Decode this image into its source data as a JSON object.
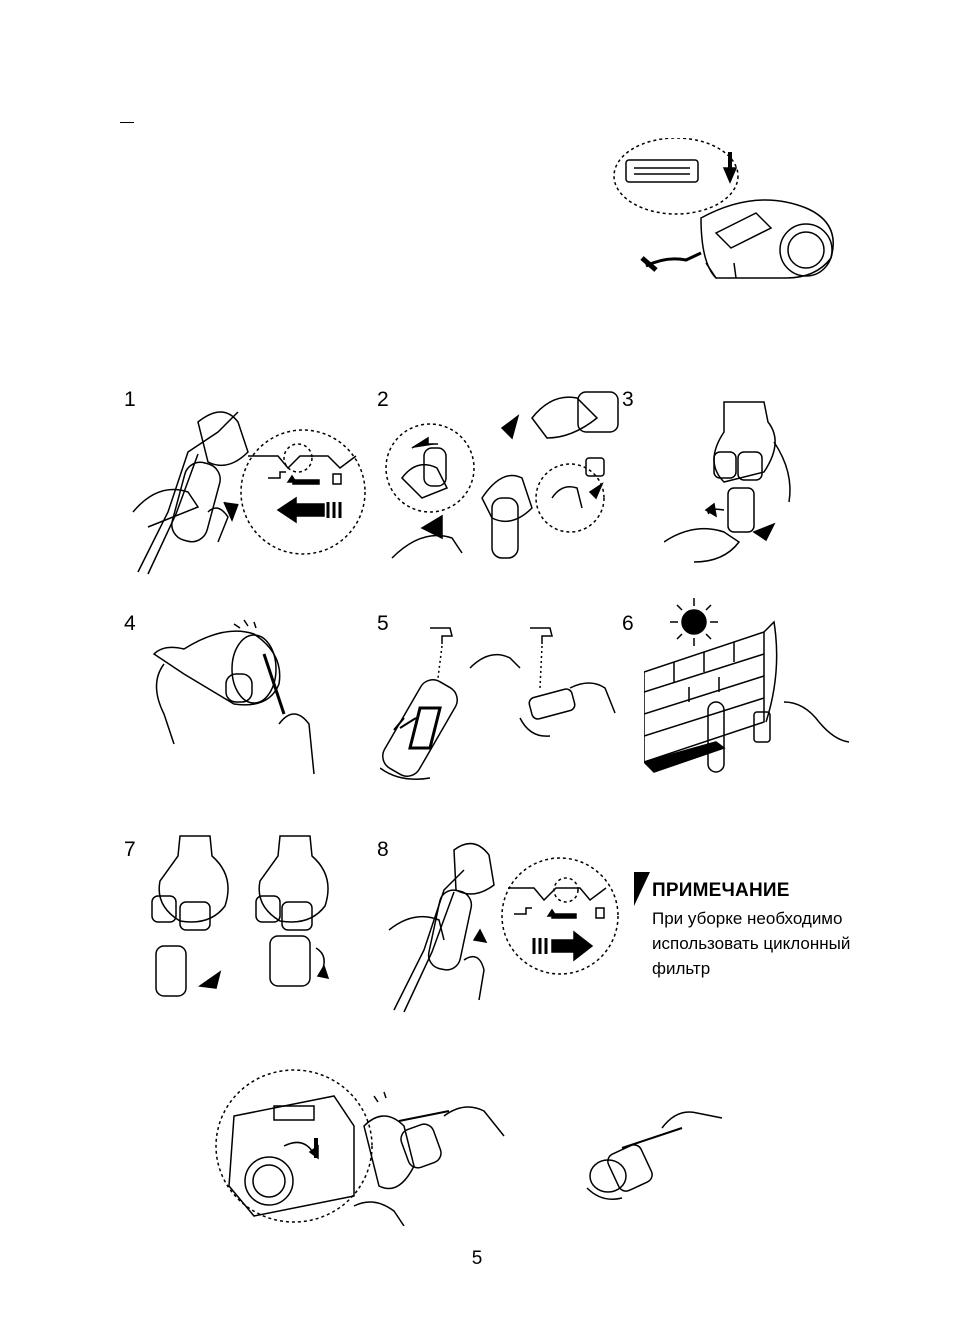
{
  "header": {
    "dash": "–"
  },
  "steps": [
    {
      "num": "1"
    },
    {
      "num": "2"
    },
    {
      "num": "3"
    },
    {
      "num": "4"
    },
    {
      "num": "5"
    },
    {
      "num": "6"
    },
    {
      "num": "7"
    },
    {
      "num": "8"
    }
  ],
  "note": {
    "title": "ПРИМЕЧАНИЕ",
    "lines": [
      "При уборке необходимо",
      "использовать циклонный",
      "фильтр"
    ]
  },
  "footer": {
    "page_number": "5"
  }
}
